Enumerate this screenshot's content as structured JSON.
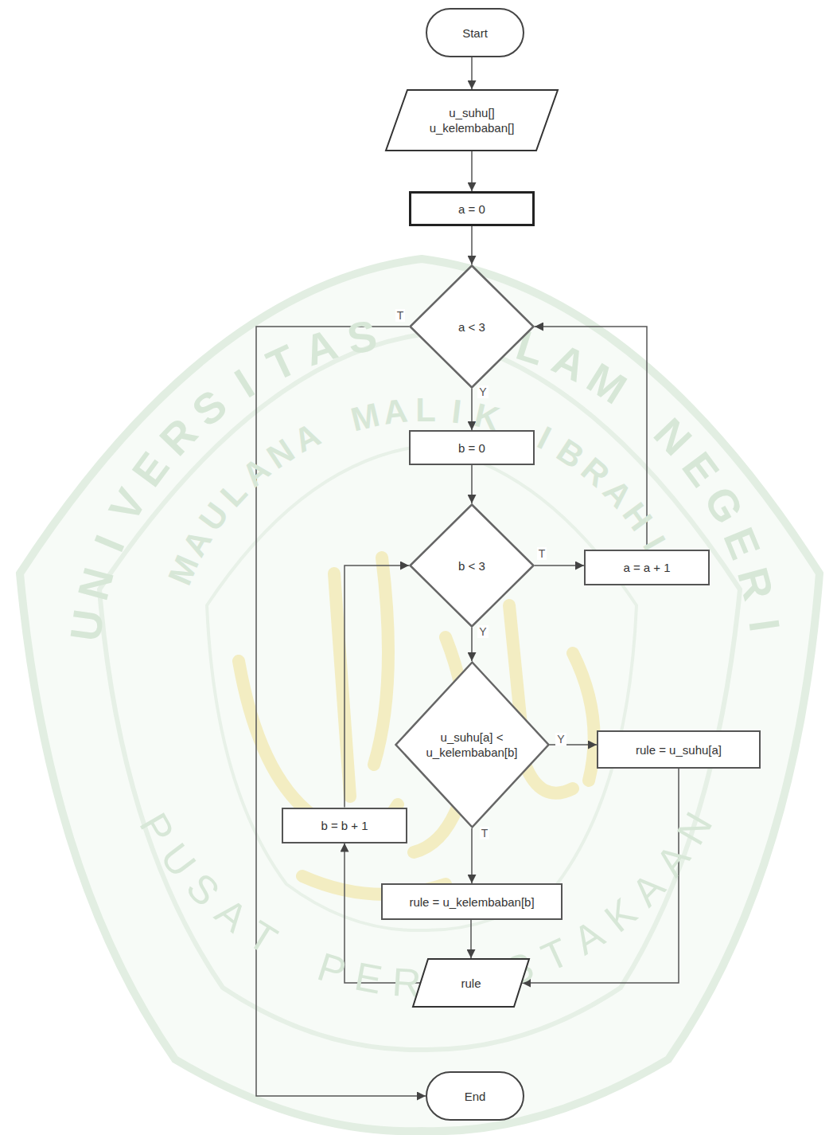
{
  "diagram": {
    "nodes": [
      {
        "text": [
          "Start"
        ]
      },
      {
        "text": [
          "u_suhu[]",
          "u_kelembaban[]"
        ]
      },
      {
        "text": [
          "a = 0"
        ]
      },
      {
        "text": [
          "a < 3"
        ]
      },
      {
        "text": [
          "b = 0"
        ]
      },
      {
        "text": [
          "b < 3"
        ]
      },
      {
        "text": [
          "a = a + 1"
        ]
      },
      {
        "text": [
          "u_suhu[a] < u_kelembaban[b]"
        ]
      },
      {
        "text": [
          "rule = u_suhu[a]"
        ]
      },
      {
        "text": [
          "b = b + 1"
        ]
      },
      {
        "text": [
          "rule = u_kelembaban[b]"
        ]
      },
      {
        "text": [
          "rule"
        ]
      },
      {
        "text": [
          "End"
        ]
      }
    ],
    "edges": [
      {
        "from": 0,
        "to": 1,
        "arrow": "to"
      },
      {
        "from": 1,
        "to": 2,
        "arrow": "to"
      },
      {
        "from": 2,
        "to": 3,
        "arrow": "to"
      },
      {
        "from": 3,
        "to": 4,
        "label": "Y",
        "arrow": "to"
      },
      {
        "from": 3,
        "to": 12,
        "label": "T",
        "arrow": "to"
      },
      {
        "from": 4,
        "to": 5,
        "arrow": "to"
      },
      {
        "from": 5,
        "to": 6,
        "label": "T",
        "arrow": "to"
      },
      {
        "from": 6,
        "to": 3,
        "arrow": "to"
      },
      {
        "from": 5,
        "to": 7,
        "label": "Y",
        "arrow": "to"
      },
      {
        "from": 7,
        "to": 8,
        "label": "Y",
        "arrow": "to"
      },
      {
        "from": 7,
        "to": 10,
        "label": "T",
        "arrow": "to"
      },
      {
        "from": 8,
        "to": 11,
        "arrow": "to"
      },
      {
        "from": 10,
        "to": 11,
        "arrow": "to"
      },
      {
        "from": 11,
        "to": 9,
        "arrow": "to"
      },
      {
        "from": 9,
        "to": 5,
        "arrow": "to"
      }
    ],
    "labels": [
      "UNIVERSITAS ISLAM NEGERI",
      "MAULANA MALIK IBRAHIM",
      "PUSAT PERPUSTAKAAN"
    ]
  }
}
